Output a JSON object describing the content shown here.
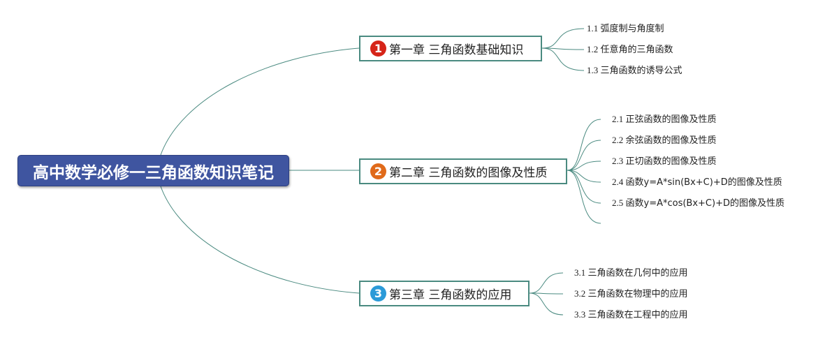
{
  "root": {
    "title": "高中数学必修一三角函数知识笔记"
  },
  "colors": {
    "root_bg": "#3f55a0",
    "line": "#4a8a80",
    "badge_1": "#d62418",
    "badge_2": "#e06a1a",
    "badge_3": "#2b9ad8"
  },
  "chapters": [
    {
      "badge": "1",
      "title": "第一章 三角函数基础知识",
      "badge_color": "#d62418",
      "sections": [
        {
          "num": "1.1",
          "title": "弧度制与角度制"
        },
        {
          "num": "1.2",
          "title": "任意角的三角函数"
        },
        {
          "num": "1.3",
          "title": "三角函数的诱导公式"
        }
      ]
    },
    {
      "badge": "2",
      "title": "第二章 三角函数的图像及性质",
      "badge_color": "#e06a1a",
      "sections": [
        {
          "num": "2.1",
          "title": "正弦函数的图像及性质"
        },
        {
          "num": "2.2",
          "title": "余弦函数的图像及性质"
        },
        {
          "num": "2.3",
          "title": "正切函数的图像及性质"
        },
        {
          "num": "2.4",
          "title": "函数y=A*sin(Bx+C)+D的图像及性质"
        },
        {
          "num": "2.5",
          "title": "函数y=A*cos(Bx+C)+D的图像及性质"
        }
      ]
    },
    {
      "badge": "3",
      "title": "第三章 三角函数的应用",
      "badge_color": "#2b9ad8",
      "sections": [
        {
          "num": "3.1",
          "title": "三角函数在几何中的应用"
        },
        {
          "num": "3.2",
          "title": "三角函数在物理中的应用"
        },
        {
          "num": "3.3",
          "title": "三角函数在工程中的应用"
        }
      ]
    }
  ]
}
